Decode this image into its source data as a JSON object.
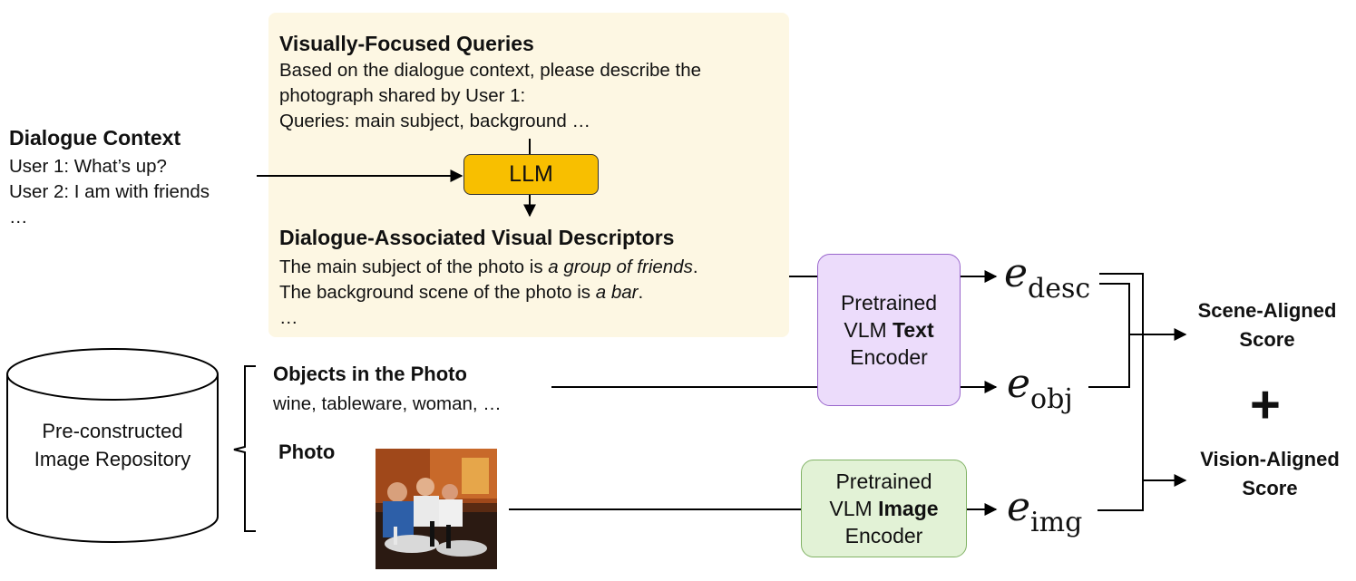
{
  "dialogue_context": {
    "title": "Dialogue Context",
    "lines": [
      "User 1: What’s up?",
      "User 2: I am with friends",
      "…"
    ]
  },
  "queries": {
    "title": "Visually-Focused Queries",
    "lines": [
      "Based on the dialogue context, please describe the",
      "photograph shared by User 1:",
      "Queries: main subject, background …"
    ]
  },
  "llm_label": "LLM",
  "descriptors": {
    "title": "Dialogue-Associated Visual Descriptors",
    "line1_prefix": "The main subject of the photo is ",
    "line1_italic": "a group of friends",
    "line1_suffix": ".",
    "line2_prefix": "The background scene of the photo is ",
    "line2_italic": "a bar",
    "line2_suffix": ".",
    "line3": "…"
  },
  "repository": {
    "line1": "Pre-constructed",
    "line2": "Image Repository"
  },
  "objects": {
    "title": "Objects in the Photo",
    "list": "wine, tableware, woman, …"
  },
  "photo_label": "Photo",
  "text_encoder": {
    "line1": "Pretrained",
    "line2_prefix": "VLM ",
    "line2_bold": "Text",
    "line3": "Encoder"
  },
  "image_encoder": {
    "line1": "Pretrained",
    "line2_prefix": "VLM ",
    "line2_bold": "Image",
    "line3": "Encoder"
  },
  "embeddings": {
    "desc": {
      "symbol": "e",
      "sub": "desc"
    },
    "obj": {
      "symbol": "e",
      "sub": "obj"
    },
    "img": {
      "symbol": "e",
      "sub": "img"
    }
  },
  "scores": {
    "scene": {
      "line1": "Scene-Aligned",
      "line2": "Score"
    },
    "plus": "+",
    "vision": {
      "line1": "Vision-Aligned",
      "line2": "Score"
    }
  },
  "colors": {
    "panel": "#fdf7e3",
    "llm": "#f8bf00",
    "text_encoder": "#ecdcfb",
    "image_encoder": "#e2f2d6"
  }
}
